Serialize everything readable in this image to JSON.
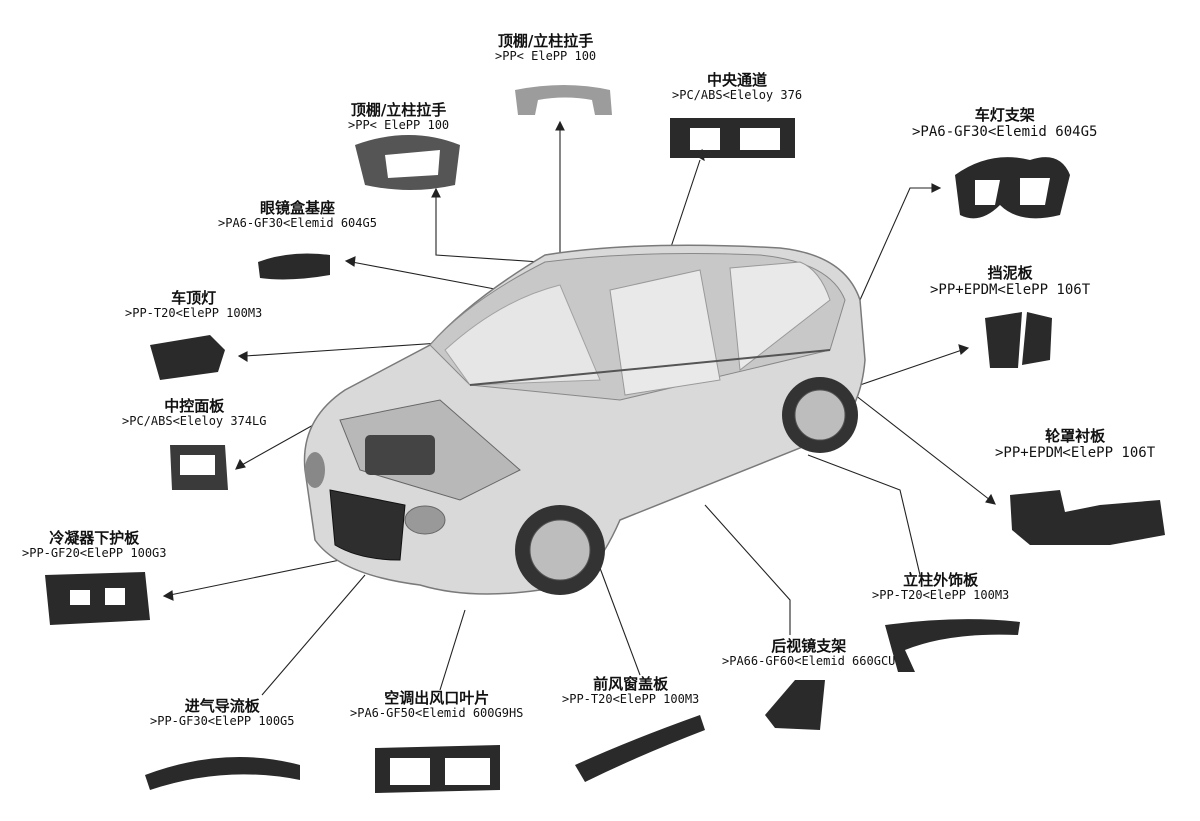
{
  "parts": [
    {
      "id": "headliner_handle_top",
      "title": "顶棚/立柱拉手",
      "spec": ">PP< ElePP 100"
    },
    {
      "id": "center_console",
      "title": "中央通道",
      "spec": ">PC/ABS<Eleloy 376"
    },
    {
      "id": "headliner_handle_left",
      "title": "顶棚/立柱拉手",
      "spec": ">PP< ElePP 100"
    },
    {
      "id": "headlamp_bracket",
      "title": "车灯支架",
      "spec": ">PA6-GF30<Elemid 604G5"
    },
    {
      "id": "glasses_case",
      "title": "眼镜盒基座",
      "spec": ">PA6-GF30<Elemid 604G5"
    },
    {
      "id": "mudguard",
      "title": "挡泥板",
      "spec": ">PP+EPDM<ElePP 106T"
    },
    {
      "id": "dome_light",
      "title": "车顶灯",
      "spec": ">PP-T20<ElePP 100M3"
    },
    {
      "id": "center_panel",
      "title": "中控面板",
      "spec": ">PC/ABS<Eleloy 374LG"
    },
    {
      "id": "wheel_liner",
      "title": "轮罩衬板",
      "spec": ">PP+EPDM<ElePP 106T"
    },
    {
      "id": "condenser_guard",
      "title": "冷凝器下护板",
      "spec": ">PP-GF20<ElePP 100G3"
    },
    {
      "id": "pillar_trim",
      "title": "立柱外饰板",
      "spec": ">PP-T20<ElePP 100M3"
    },
    {
      "id": "mirror_bracket",
      "title": "后视镜支架",
      "spec": ">PA66-GF60<Elemid 660GCU"
    },
    {
      "id": "air_deflector",
      "title": "进气导流板",
      "spec": ">PP-GF30<ElePP 100G5"
    },
    {
      "id": "ac_vent",
      "title": "空调出风口叶片",
      "spec": ">PA6-GF50<Elemid 600G9HS"
    },
    {
      "id": "cowl_cover",
      "title": "前风窗盖板",
      "spec": ">PP-T20<ElePP 100M3"
    }
  ]
}
